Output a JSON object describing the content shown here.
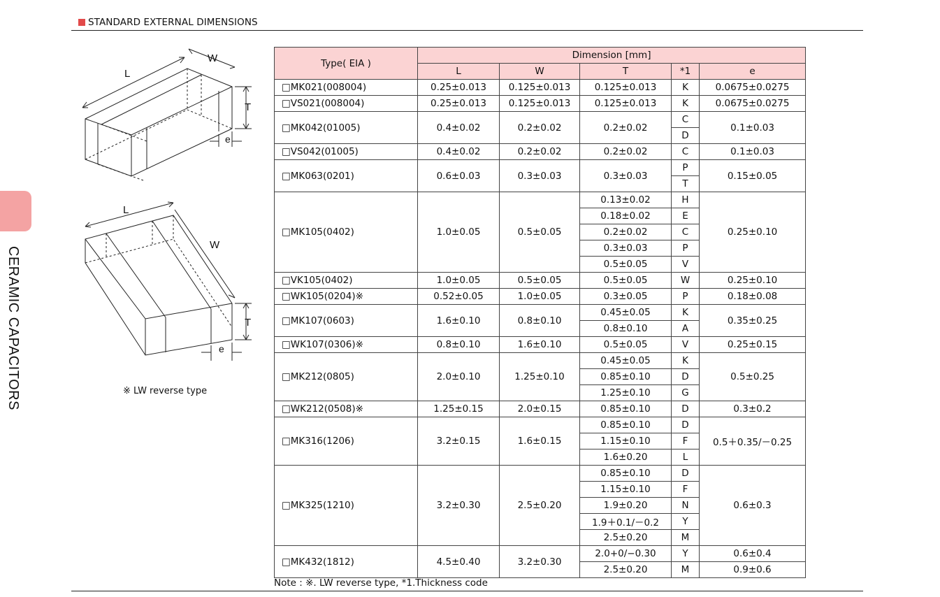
{
  "section_title": "STANDARD EXTERNAL DIMENSIONS",
  "side_label": "CERAMIC CAPACITORS",
  "diagram1": {
    "l": "L",
    "w": "W",
    "t": "T",
    "e": "e"
  },
  "diagram2": {
    "l": "L",
    "w": "W",
    "t": "T",
    "e": "e"
  },
  "lw_note": "※ LW reverse type",
  "table": {
    "type_header": "Type( EIA )",
    "dimension_header": "Dimension [mm]",
    "columns": [
      "L",
      "W",
      "T",
      "*1",
      "e"
    ],
    "groups": [
      {
        "type": "□MK021(008004)",
        "l": "0.25±0.013",
        "w": "0.125±0.013",
        "rows": [
          [
            "0.125±0.013",
            "K"
          ]
        ],
        "e": [
          "0.0675±0.0275"
        ]
      },
      {
        "type": "□VS021(008004)",
        "l": "0.25±0.013",
        "w": "0.125±0.013",
        "rows": [
          [
            "0.125±0.013",
            "K"
          ]
        ],
        "e": [
          "0.0675±0.0275"
        ]
      },
      {
        "type": "□MK042(01005)",
        "l": "0.4±0.02",
        "w": "0.2±0.02",
        "rows": [
          [
            "0.2±0.02",
            "C"
          ],
          [
            "",
            "D"
          ]
        ],
        "e": [
          "0.1±0.03"
        ]
      },
      {
        "type": "□VS042(01005)",
        "l": "0.4±0.02",
        "w": "0.2±0.02",
        "rows": [
          [
            "0.2±0.02",
            "C"
          ]
        ],
        "e": [
          "0.1±0.03"
        ]
      },
      {
        "type": "□MK063(0201)",
        "l": "0.6±0.03",
        "w": "0.3±0.03",
        "rows": [
          [
            "0.3±0.03",
            "P"
          ],
          [
            "",
            "T"
          ]
        ],
        "e": [
          "0.15±0.05"
        ]
      },
      {
        "type": "□MK105(0402)",
        "l": "1.0±0.05",
        "w": "0.5±0.05",
        "rows": [
          [
            "0.13±0.02",
            "H"
          ],
          [
            "0.18±0.02",
            "E"
          ],
          [
            "0.2±0.02",
            "C"
          ],
          [
            "0.3±0.03",
            "P"
          ],
          [
            "0.5±0.05",
            "V"
          ]
        ],
        "e": [
          "0.25±0.10"
        ]
      },
      {
        "type": "□VK105(0402)",
        "l": "1.0±0.05",
        "w": "0.5±0.05",
        "rows": [
          [
            "0.5±0.05",
            "W"
          ]
        ],
        "e": [
          "0.25±0.10"
        ]
      },
      {
        "type": "□WK105(0204)※",
        "l": "0.52±0.05",
        "w": "1.0±0.05",
        "rows": [
          [
            "0.3±0.05",
            "P"
          ]
        ],
        "e": [
          "0.18±0.08"
        ]
      },
      {
        "type": "□MK107(0603)",
        "l": "1.6±0.10",
        "w": "0.8±0.10",
        "rows": [
          [
            "0.45±0.05",
            "K"
          ],
          [
            "0.8±0.10",
            "A"
          ]
        ],
        "e": [
          "0.35±0.25"
        ]
      },
      {
        "type": "□WK107(0306)※",
        "l": "0.8±0.10",
        "w": "1.6±0.10",
        "rows": [
          [
            "0.5±0.05",
            "V"
          ]
        ],
        "e": [
          "0.25±0.15"
        ]
      },
      {
        "type": "□MK212(0805)",
        "l": "2.0±0.10",
        "w": "1.25±0.10",
        "rows": [
          [
            "0.45±0.05",
            "K"
          ],
          [
            "0.85±0.10",
            "D"
          ],
          [
            "1.25±0.10",
            "G"
          ]
        ],
        "e": [
          "0.5±0.25"
        ]
      },
      {
        "type": "□WK212(0508)※",
        "l": "1.25±0.15",
        "w": "2.0±0.15",
        "rows": [
          [
            "0.85±0.10",
            "D"
          ]
        ],
        "e": [
          "0.3±0.2"
        ]
      },
      {
        "type": "□MK316(1206)",
        "l": "3.2±0.15",
        "w": "1.6±0.15",
        "rows": [
          [
            "0.85±0.10",
            "D"
          ],
          [
            "1.15±0.10",
            "F"
          ],
          [
            "1.6±0.20",
            "L"
          ]
        ],
        "e": [
          "0.5＋0.35/－0.25"
        ]
      },
      {
        "type": "□MK325(1210)",
        "l": "3.2±0.30",
        "w": "2.5±0.20",
        "rows": [
          [
            "0.85±0.10",
            "D"
          ],
          [
            "1.15±0.10",
            "F"
          ],
          [
            "1.9±0.20",
            "N"
          ],
          [
            "1.9＋0.1/－0.2",
            "Y"
          ],
          [
            "2.5±0.20",
            "M"
          ]
        ],
        "e": [
          "0.6±0.3"
        ]
      },
      {
        "type": "□MK432(1812)",
        "l": "4.5±0.40",
        "w": "3.2±0.30",
        "rows": [
          [
            "2.0+0/−0.30",
            "Y"
          ],
          [
            "2.5±0.20",
            "M"
          ]
        ],
        "e": [
          "0.6±0.4",
          "0.9±0.6"
        ]
      }
    ]
  },
  "note": "Note : ※. LW reverse type, *1.Thickness code"
}
